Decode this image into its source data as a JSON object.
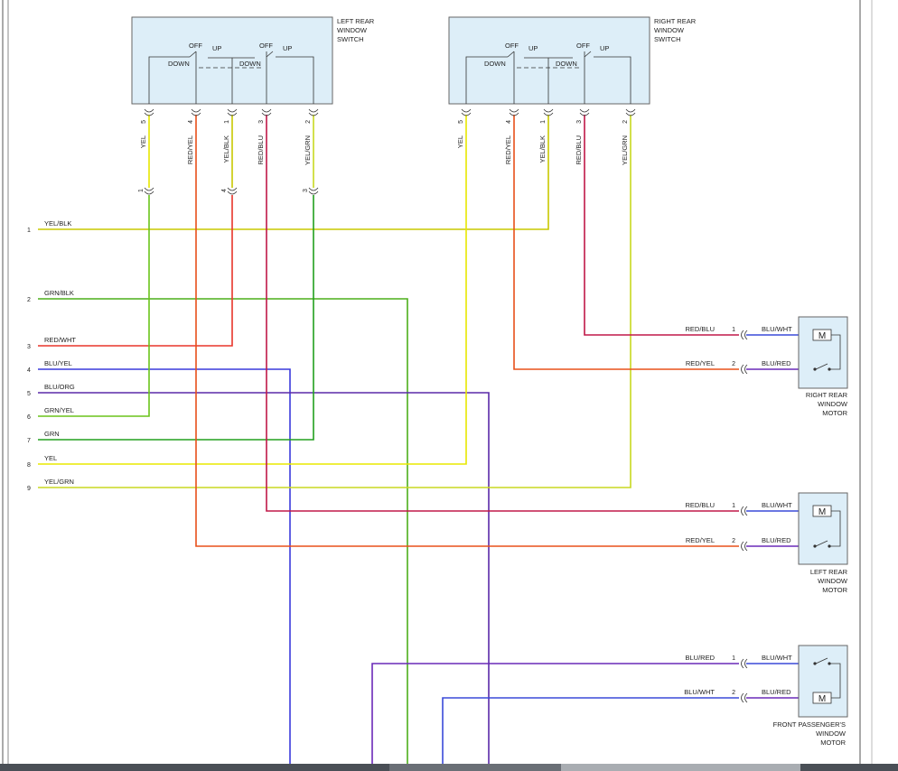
{
  "colors": {
    "YEL": "#e8e800",
    "YEL/BLK": "#c8c800",
    "GRN/BLK": "#4caf1a",
    "RED/WHT": "#e8352a",
    "BLU/YEL": "#3a3adc",
    "BLU/ORG": "#5a2aa8",
    "GRN/YEL": "#6ac41a",
    "GRN": "#22a01e",
    "YEL/GRN": "#c8d820",
    "RED/YEL": "#e8501a",
    "RED/BLU": "#c01848",
    "BLU/WHT": "#3a4ad8",
    "BLU/RED": "#6a2ab8",
    "box_fill": "#ddeef8",
    "box_stroke": "#666666"
  },
  "components": {
    "left_switch": {
      "title_lines": [
        "LEFT REAR",
        "WINDOW",
        "SWITCH"
      ],
      "labels": [
        "OFF",
        "UP",
        "OFF",
        "UP",
        "DOWN",
        "DOWN"
      ],
      "pins": [
        {
          "pin": "5",
          "wire": "YEL"
        },
        {
          "pin": "4",
          "wire": "RED/YEL"
        },
        {
          "pin": "1",
          "wire": "YEL/BLK"
        },
        {
          "pin": "3",
          "wire": "RED/BLU"
        },
        {
          "pin": "2",
          "wire": "YEL/GRN"
        }
      ],
      "lower_pins": [
        "1",
        "4",
        "3"
      ]
    },
    "right_switch": {
      "title_lines": [
        "RIGHT REAR",
        "WINDOW",
        "SWITCH"
      ],
      "labels": [
        "OFF",
        "UP",
        "OFF",
        "UP",
        "DOWN",
        "DOWN"
      ],
      "pins": [
        {
          "pin": "5",
          "wire": "YEL"
        },
        {
          "pin": "4",
          "wire": "RED/YEL"
        },
        {
          "pin": "1",
          "wire": "YEL/BLK"
        },
        {
          "pin": "3",
          "wire": "RED/BLU"
        },
        {
          "pin": "2",
          "wire": "YEL/GRN"
        }
      ]
    },
    "right_rear_motor": {
      "title_lines": [
        "RIGHT REAR",
        "WINDOW",
        "MOTOR"
      ],
      "symbol": "M",
      "pins": [
        {
          "pin": "1",
          "in": "RED/BLU",
          "out": "BLU/WHT"
        },
        {
          "pin": "2",
          "in": "RED/YEL",
          "out": "BLU/RED"
        }
      ]
    },
    "left_rear_motor": {
      "title_lines": [
        "LEFT REAR",
        "WINDOW",
        "MOTOR"
      ],
      "symbol": "M",
      "pins": [
        {
          "pin": "1",
          "in": "RED/BLU",
          "out": "BLU/WHT"
        },
        {
          "pin": "2",
          "in": "RED/YEL",
          "out": "BLU/RED"
        }
      ]
    },
    "front_passenger_motor": {
      "title_lines": [
        "FRONT PASSENGER'S",
        "WINDOW",
        "MOTOR"
      ],
      "symbol": "M",
      "pins": [
        {
          "pin": "1",
          "in": "BLU/RED",
          "out": "BLU/WHT"
        },
        {
          "pin": "2",
          "in": "BLU/WHT",
          "out": "BLU/RED"
        }
      ]
    }
  },
  "left_connector": [
    {
      "pin": "1",
      "wire": "YEL/BLK"
    },
    {
      "pin": "2",
      "wire": "GRN/BLK"
    },
    {
      "pin": "3",
      "wire": "RED/WHT"
    },
    {
      "pin": "4",
      "wire": "BLU/YEL"
    },
    {
      "pin": "5",
      "wire": "BLU/ORG"
    },
    {
      "pin": "6",
      "wire": "GRN/YEL"
    },
    {
      "pin": "7",
      "wire": "GRN"
    },
    {
      "pin": "8",
      "wire": "YEL"
    },
    {
      "pin": "9",
      "wire": "YEL/GRN"
    }
  ]
}
